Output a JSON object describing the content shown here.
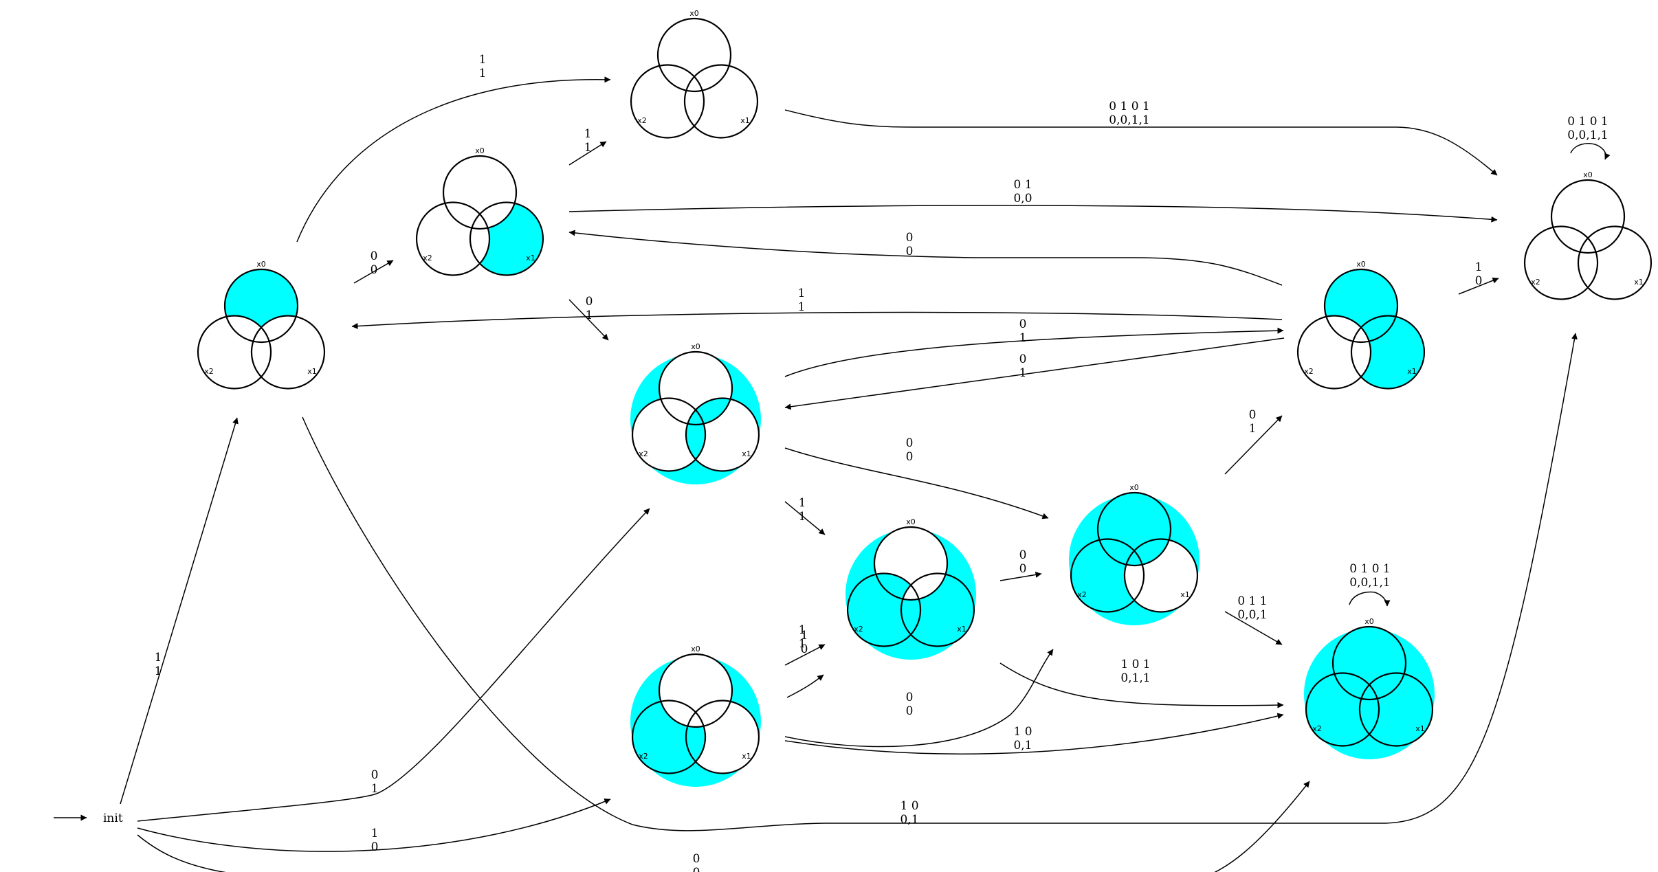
{
  "highlight_color": "#00ffff",
  "initial_label": "init",
  "venn_labels": {
    "x0": "x0",
    "x1": "x1",
    "x2": "x2"
  },
  "states": [
    {
      "id": "s0",
      "regions": [],
      "outside": false
    },
    {
      "id": "s1",
      "regions": [
        "x1"
      ],
      "outside": false
    },
    {
      "id": "s2",
      "regions": [
        "x0"
      ],
      "outside": false
    },
    {
      "id": "s3",
      "regions": [
        "x0",
        "x0x1",
        "x1"
      ],
      "outside": false
    },
    {
      "id": "s4",
      "regions": [],
      "outside": false
    },
    {
      "id": "s5",
      "regions": [
        "x2",
        "x1x2"
      ],
      "outside": true
    },
    {
      "id": "s6",
      "regions": [
        "x0x1",
        "x1x2",
        "x0x1x2"
      ],
      "outside": true
    },
    {
      "id": "s7",
      "regions": [
        "x2",
        "x1",
        "x1x2",
        "x0x2"
      ],
      "outside": true
    },
    {
      "id": "s8",
      "regions": [
        "x0",
        "x0x1",
        "x0x2",
        "x0x1x2",
        "x2"
      ],
      "outside": true
    },
    {
      "id": "s9",
      "regions": [
        "x0",
        "x1",
        "x2",
        "x0x1",
        "x0x2",
        "x1x2",
        "x0x1x2"
      ],
      "outside": true
    }
  ],
  "edges": [
    {
      "top": "1",
      "bottom": "1"
    },
    {
      "top": "0",
      "bottom": "1"
    },
    {
      "top": "1",
      "bottom": "0"
    },
    {
      "top": "0",
      "bottom": "0"
    },
    {
      "top": "1",
      "bottom": "1"
    },
    {
      "top": "0",
      "bottom": "0"
    },
    {
      "top": "0",
      "bottom": "1"
    },
    {
      "top": "1",
      "bottom": "0"
    },
    {
      "top": "1 0",
      "bottom": "0,1"
    },
    {
      "top": "0 1 0 1",
      "bottom": "0,0,1,1"
    },
    {
      "top": "1",
      "bottom": "1"
    },
    {
      "top": "0 1",
      "bottom": "0,0"
    },
    {
      "top": "0",
      "bottom": "0"
    },
    {
      "top": "1",
      "bottom": "1"
    },
    {
      "top": "0",
      "bottom": "1"
    },
    {
      "top": "0",
      "bottom": "1"
    },
    {
      "top": "1",
      "bottom": "0"
    },
    {
      "top": "0 1 0 1",
      "bottom": "0,0,1,1"
    },
    {
      "top": "0",
      "bottom": "0"
    },
    {
      "top": "1",
      "bottom": "1"
    },
    {
      "top": "0 1 0 1",
      "bottom": "0,0,1,1"
    },
    {
      "top": "1",
      "bottom": "1"
    },
    {
      "top": "0",
      "bottom": "0"
    },
    {
      "top": "1 0",
      "bottom": "0,1"
    },
    {
      "top": "0",
      "bottom": "0"
    },
    {
      "top": "1 0 1",
      "bottom": "0,1,1"
    },
    {
      "top": "0",
      "bottom": "1"
    },
    {
      "top": "0 1 1",
      "bottom": "0,0,1"
    }
  ]
}
